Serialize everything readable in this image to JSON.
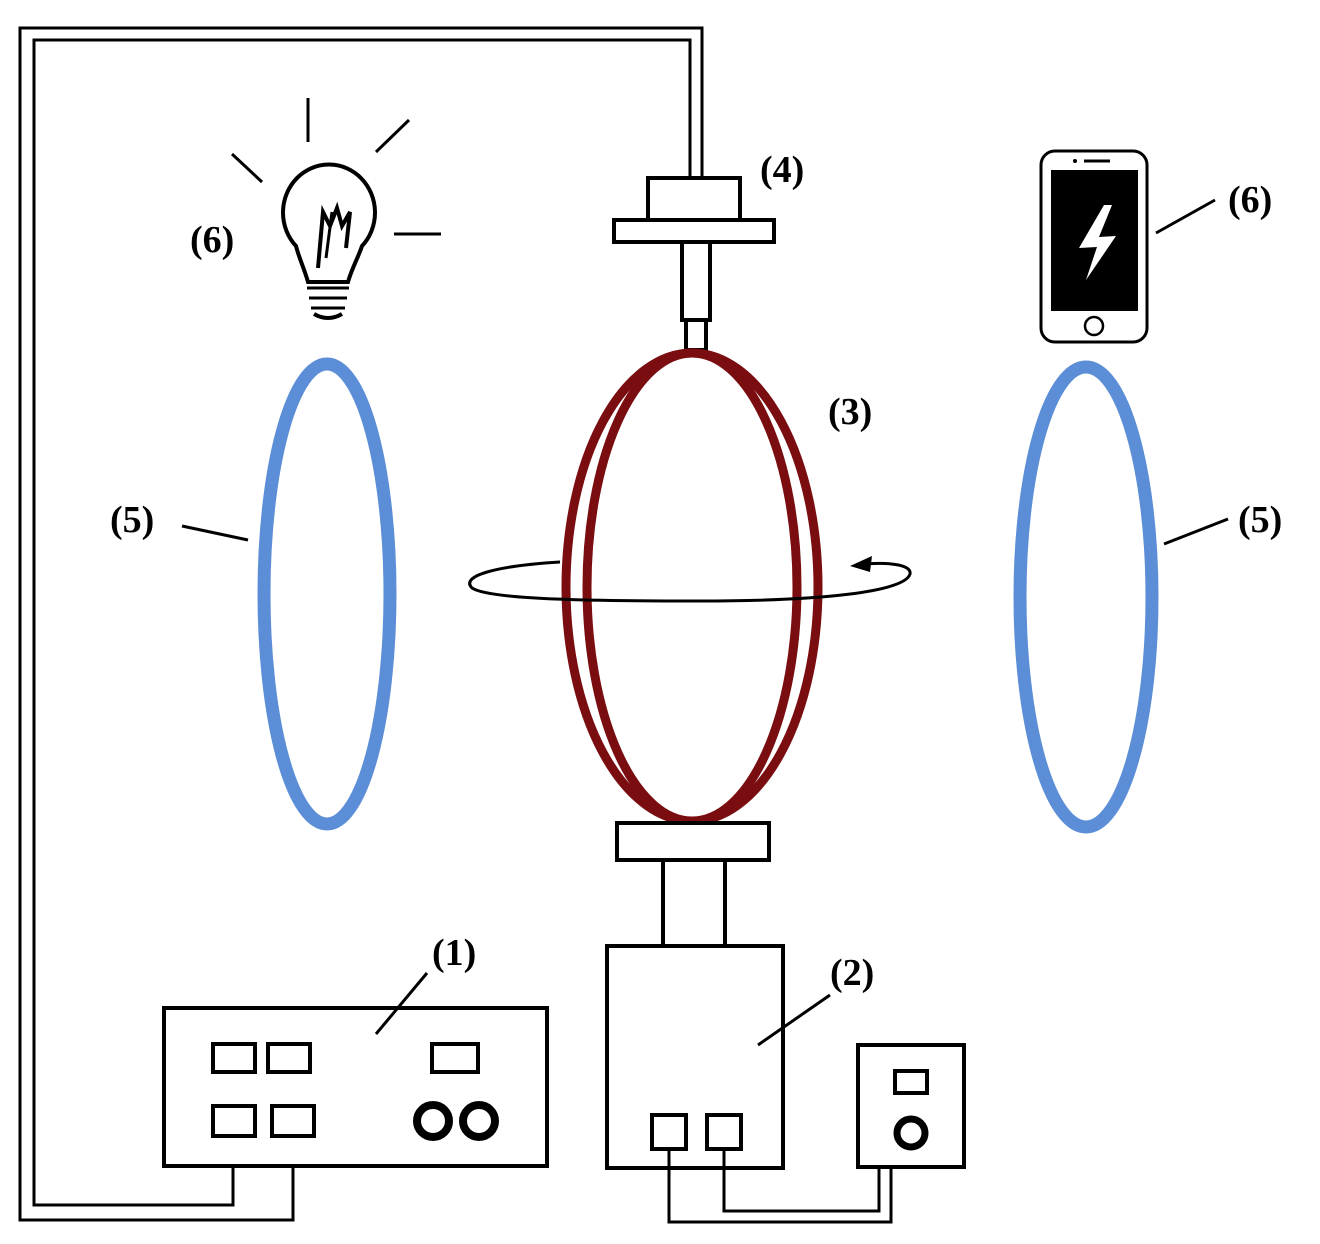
{
  "labels": {
    "power_supply": "(1)",
    "motor": "(2)",
    "transmitter_coil": "(3)",
    "slip_ring": "(4)",
    "receiver_coil_left": "(5)",
    "receiver_coil_right": "(5)",
    "load_bulb": "(6)",
    "load_phone": "(6)"
  },
  "colors": {
    "transmitter_coil": "#7a0d10",
    "receiver_coil": "#5b8ed6",
    "line": "#000000",
    "phone_screen": "#000000"
  },
  "icons": {
    "bulb": "light-bulb-icon",
    "phone": "smartphone-icon",
    "bolt": "lightning-bolt-icon",
    "rotation": "rotation-arrow-icon"
  }
}
